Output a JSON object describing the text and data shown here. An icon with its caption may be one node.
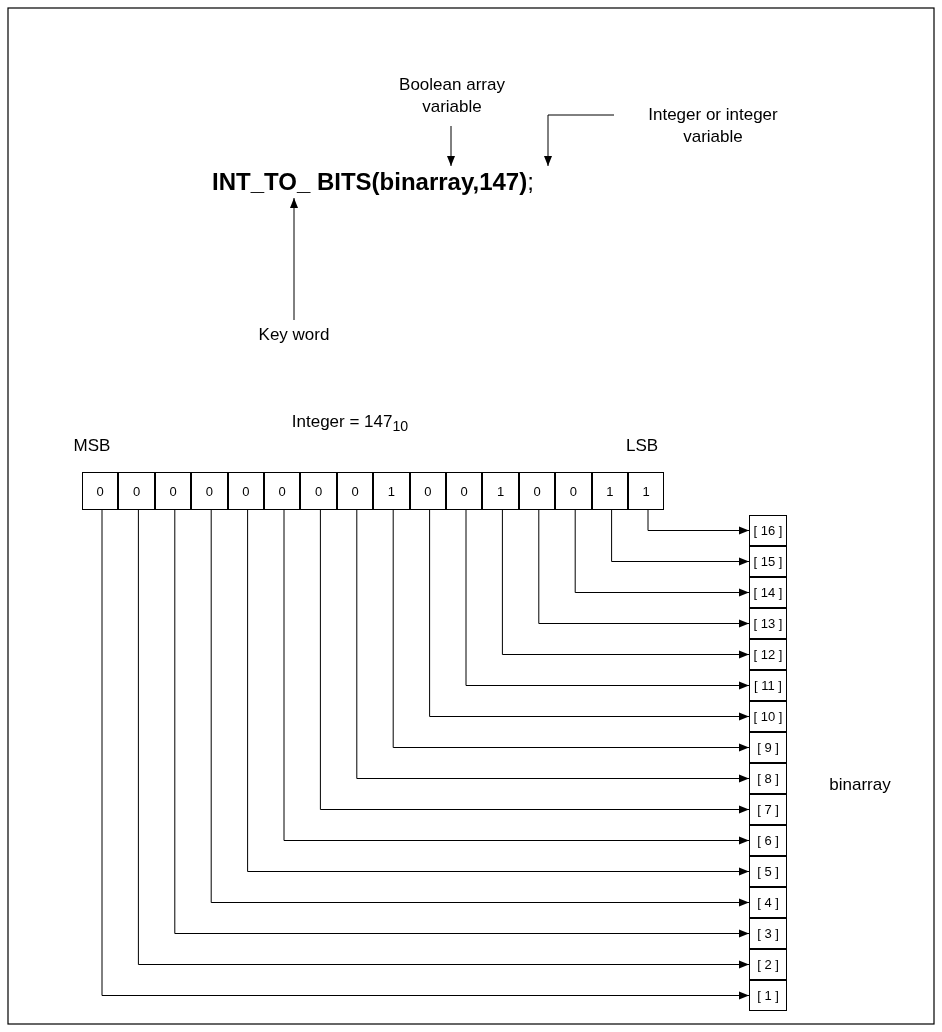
{
  "diagram": {
    "nodes": [
      {
        "text": [
          "**INT_TO_ BITS(binarray,147)**;"
        ]
      },
      {
        "text": [
          "Boolean array variable"
        ]
      },
      {
        "text": [
          "Integer or integer variable"
        ]
      },
      {
        "text": [
          "Key word"
        ]
      },
      {
        "text": [
          "0"
        ]
      },
      {
        "text": [
          "0"
        ]
      },
      {
        "text": [
          "0"
        ]
      },
      {
        "text": [
          "0"
        ]
      },
      {
        "text": [
          "0"
        ]
      },
      {
        "text": [
          "0"
        ]
      },
      {
        "text": [
          "0"
        ]
      },
      {
        "text": [
          "0"
        ]
      },
      {
        "text": [
          "1"
        ]
      },
      {
        "text": [
          "0"
        ]
      },
      {
        "text": [
          "0"
        ]
      },
      {
        "text": [
          "1"
        ]
      },
      {
        "text": [
          "0"
        ]
      },
      {
        "text": [
          "0"
        ]
      },
      {
        "text": [
          "1"
        ]
      },
      {
        "text": [
          "1"
        ]
      },
      {
        "text": [
          "[ 16 ]"
        ]
      },
      {
        "text": [
          "[ 15 ]"
        ]
      },
      {
        "text": [
          "[ 14 ]"
        ]
      },
      {
        "text": [
          "[ 13 ]"
        ]
      },
      {
        "text": [
          "[ 12 ]"
        ]
      },
      {
        "text": [
          "[ 11 ]"
        ]
      },
      {
        "text": [
          "[ 10 ]"
        ]
      },
      {
        "text": [
          "[ 9 ]"
        ]
      },
      {
        "text": [
          "[ 8 ]"
        ]
      },
      {
        "text": [
          "[ 7 ]"
        ]
      },
      {
        "text": [
          "[ 6 ]"
        ]
      },
      {
        "text": [
          "[ 5 ]"
        ]
      },
      {
        "text": [
          "[ 4 ]"
        ]
      },
      {
        "text": [
          "[ 3 ]"
        ]
      },
      {
        "text": [
          "[ 2 ]"
        ]
      },
      {
        "text": [
          "[ 1 ]"
        ]
      }
    ],
    "edges": [
      {
        "from": 1,
        "to": 0,
        "arrow": "to"
      },
      {
        "from": 2,
        "to": 0,
        "arrow": "to"
      },
      {
        "from": 3,
        "to": 0,
        "arrow": "to"
      },
      {
        "from": 4,
        "to": 35,
        "arrow": "to"
      },
      {
        "from": 5,
        "to": 34,
        "arrow": "to"
      },
      {
        "from": 6,
        "to": 33,
        "arrow": "to"
      },
      {
        "from": 7,
        "to": 32,
        "arrow": "to"
      },
      {
        "from": 8,
        "to": 31,
        "arrow": "to"
      },
      {
        "from": 9,
        "to": 30,
        "arrow": "to"
      },
      {
        "from": 10,
        "to": 29,
        "arrow": "to"
      },
      {
        "from": 11,
        "to": 28,
        "arrow": "to"
      },
      {
        "from": 12,
        "to": 27,
        "arrow": "to"
      },
      {
        "from": 13,
        "to": 26,
        "arrow": "to"
      },
      {
        "from": 14,
        "to": 25,
        "arrow": "to"
      },
      {
        "from": 15,
        "to": 24,
        "arrow": "to"
      },
      {
        "from": 16,
        "to": 23,
        "arrow": "to"
      },
      {
        "from": 17,
        "to": 22,
        "arrow": "to"
      },
      {
        "from": 18,
        "to": 21,
        "arrow": "to"
      },
      {
        "from": 19,
        "to": 20,
        "arrow": "to"
      }
    ],
    "labels": [
      "Integer = 147$_{10}$",
      "MSB",
      "LSB",
      "binarray"
    ]
  }
}
